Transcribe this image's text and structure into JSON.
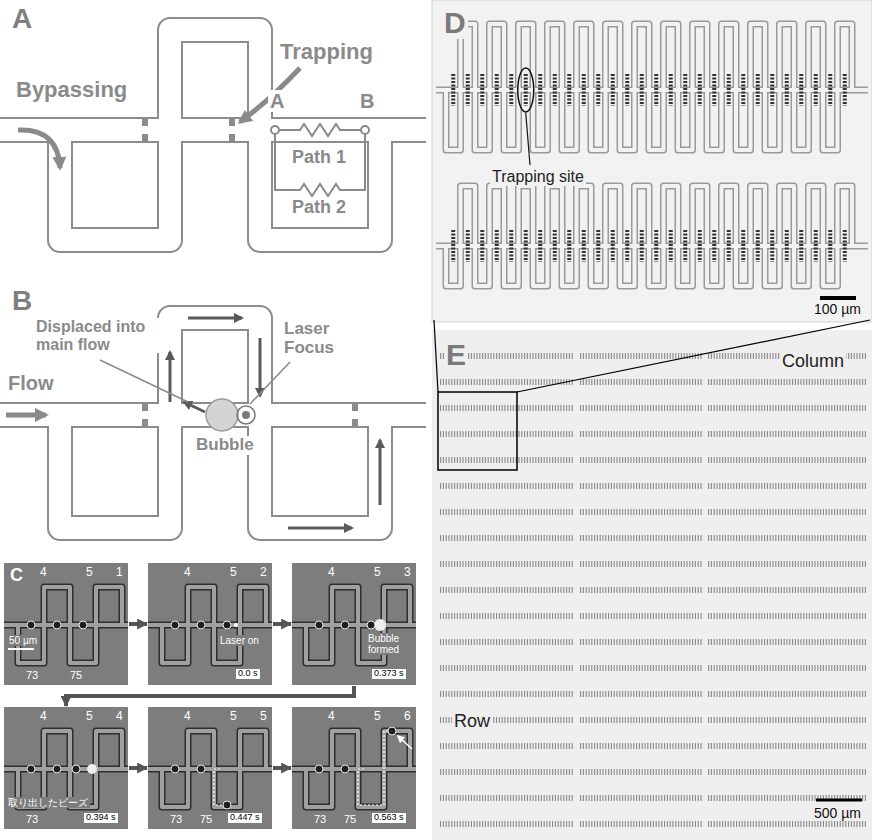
{
  "diagram": {
    "nodes": [
      {
        "text": [
          "4",
          "5",
          "1",
          "50 µm",
          "73",
          "75"
        ]
      },
      {
        "text": [
          "4",
          "5",
          "2",
          "Laser on",
          "0.0 s"
        ]
      },
      {
        "text": [
          "4",
          "5",
          "3",
          "Bubble formed",
          "0.373 s"
        ]
      },
      {
        "text": [
          "4",
          "5",
          "4",
          "取り出したビーズ",
          "73",
          "0.394 s"
        ]
      },
      {
        "text": [
          "4",
          "5",
          "5",
          "73",
          "75",
          "0.447 s"
        ]
      },
      {
        "text": [
          "4",
          "5",
          "6",
          "73",
          "75",
          "0.563 s"
        ]
      }
    ],
    "edges": [
      {
        "from": 0,
        "to": 1,
        "arrow": "to"
      },
      {
        "from": 1,
        "to": 2,
        "arrow": "to"
      },
      {
        "from": 2,
        "to": 3,
        "arrow": "to"
      },
      {
        "from": 3,
        "to": 4,
        "arrow": "to"
      },
      {
        "from": 4,
        "to": 5,
        "arrow": "to"
      }
    ],
    "labels": [
      "A",
      "Bypassing",
      "Trapping",
      "A",
      "B",
      "Path 1",
      "Path 2",
      "B",
      "Flow",
      "Displaced into main flow",
      "Laser Focus",
      "Bubble",
      "C",
      "D",
      "Trapping site",
      "100 µm",
      "E",
      "Column",
      "Row",
      "500 µm"
    ]
  }
}
